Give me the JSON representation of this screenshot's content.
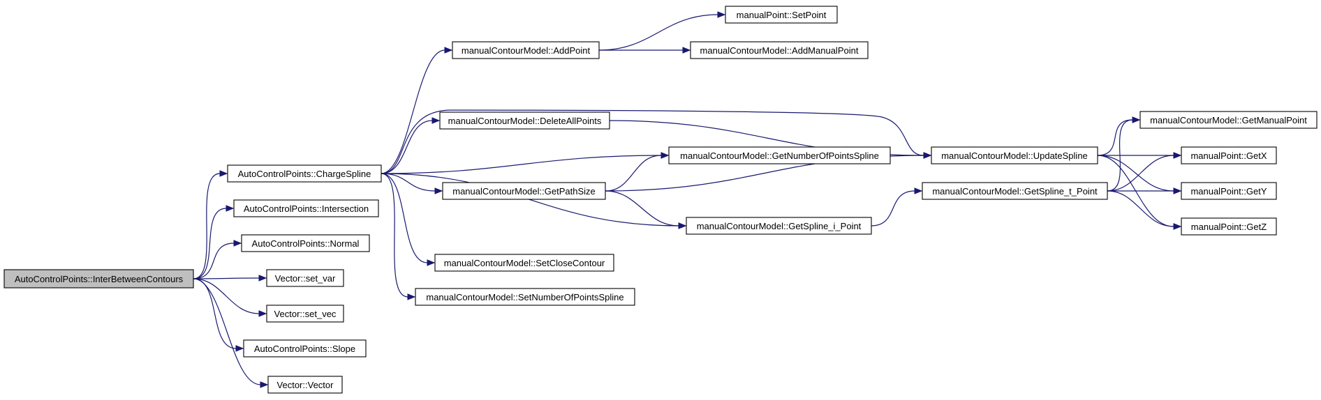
{
  "diagram": {
    "nodes": [
      {
        "id": "n0",
        "label": "AutoControlPoints::InterBetweenContours",
        "root": true
      },
      {
        "id": "n1",
        "label": "AutoControlPoints::ChargeSpline"
      },
      {
        "id": "n2",
        "label": "AutoControlPoints::Intersection"
      },
      {
        "id": "n3",
        "label": "AutoControlPoints::Normal"
      },
      {
        "id": "n4",
        "label": "Vector::set_var"
      },
      {
        "id": "n5",
        "label": "Vector::set_vec"
      },
      {
        "id": "n6",
        "label": "AutoControlPoints::Slope"
      },
      {
        "id": "n7",
        "label": "Vector::Vector"
      },
      {
        "id": "n8",
        "label": "manualContourModel::AddPoint"
      },
      {
        "id": "n9",
        "label": "manualContourModel::DeleteAllPoints"
      },
      {
        "id": "n10",
        "label": "manualContourModel::GetPathSize"
      },
      {
        "id": "n11",
        "label": "manualContourModel::SetCloseContour"
      },
      {
        "id": "n12",
        "label": "manualContourModel::SetNumberOfPointsSpline"
      },
      {
        "id": "n13",
        "label": "manualPoint::SetPoint"
      },
      {
        "id": "n14",
        "label": "manualContourModel::AddManualPoint"
      },
      {
        "id": "n15",
        "label": "manualContourModel::GetNumberOfPointsSpline"
      },
      {
        "id": "n16",
        "label": "manualContourModel::GetSpline_i_Point"
      },
      {
        "id": "n17",
        "label": "manualContourModel::UpdateSpline"
      },
      {
        "id": "n18",
        "label": "manualContourModel::GetSpline_t_Point"
      },
      {
        "id": "n19",
        "label": "manualContourModel::GetManualPoint"
      },
      {
        "id": "n20",
        "label": "manualPoint::GetX"
      },
      {
        "id": "n21",
        "label": "manualPoint::GetY"
      },
      {
        "id": "n22",
        "label": "manualPoint::GetZ"
      }
    ],
    "edges": [
      [
        "n0",
        "n1"
      ],
      [
        "n0",
        "n2"
      ],
      [
        "n0",
        "n3"
      ],
      [
        "n0",
        "n4"
      ],
      [
        "n0",
        "n5"
      ],
      [
        "n0",
        "n6"
      ],
      [
        "n0",
        "n7"
      ],
      [
        "n1",
        "n8"
      ],
      [
        "n1",
        "n9"
      ],
      [
        "n1",
        "n15"
      ],
      [
        "n1",
        "n10"
      ],
      [
        "n1",
        "n16"
      ],
      [
        "n1",
        "n17"
      ],
      [
        "n1",
        "n11"
      ],
      [
        "n1",
        "n12"
      ],
      [
        "n8",
        "n13"
      ],
      [
        "n8",
        "n14"
      ],
      [
        "n9",
        "n17"
      ],
      [
        "n10",
        "n15"
      ],
      [
        "n10",
        "n17"
      ],
      [
        "n10",
        "n16"
      ],
      [
        "n16",
        "n18"
      ],
      [
        "n17",
        "n19"
      ],
      [
        "n17",
        "n20"
      ],
      [
        "n17",
        "n21"
      ],
      [
        "n17",
        "n22"
      ],
      [
        "n18",
        "n19"
      ],
      [
        "n18",
        "n20"
      ],
      [
        "n18",
        "n21"
      ],
      [
        "n18",
        "n22"
      ]
    ],
    "colors": {
      "edge": "#191970",
      "root_fill": "#bfbfbf",
      "node_fill": "#ffffff",
      "node_border": "#000000"
    }
  }
}
